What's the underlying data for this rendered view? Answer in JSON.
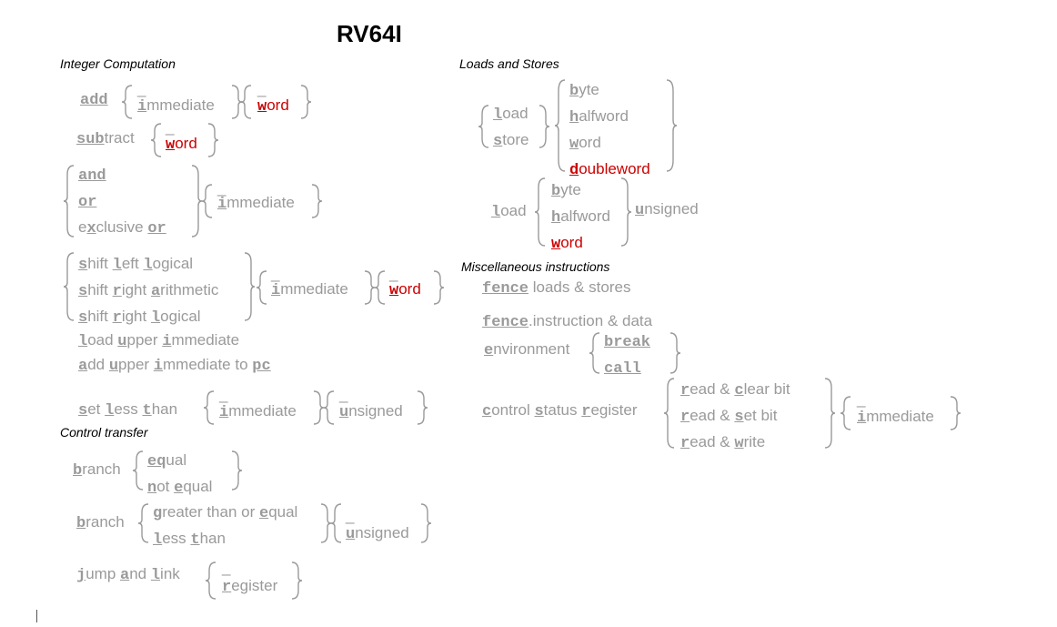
{
  "title": "RV64I",
  "sections": {
    "integer": "Integer Computation",
    "control": "Control transfer",
    "loads": "Loads and Stores",
    "misc": "Miscellaneous instructions"
  },
  "int": {
    "add": [
      "add"
    ],
    "immediate": [
      "i",
      "mmediate"
    ],
    "word": [
      "w",
      "ord"
    ],
    "sub": [
      "sub",
      "tract"
    ],
    "and": "and",
    "or": "or",
    "xor": [
      "e",
      "x",
      "clusive ",
      "or"
    ],
    "sll": [
      "s",
      "hift ",
      "l",
      "eft ",
      "l",
      "ogical"
    ],
    "sra": [
      "s",
      "hift ",
      "r",
      "ight ",
      "a",
      "rithmetic"
    ],
    "srl": [
      "s",
      "hift ",
      "r",
      "ight ",
      "l",
      "ogical"
    ],
    "lui": [
      "l",
      "oad ",
      "u",
      "pper ",
      "i",
      "mmediate"
    ],
    "auipc": [
      "a",
      "dd ",
      "u",
      "pper ",
      "i",
      "mmediate to ",
      "pc"
    ],
    "slt": [
      "s",
      "et ",
      "l",
      "ess ",
      "t",
      "han"
    ],
    "unsigned": [
      "u",
      "nsigned"
    ],
    "dash": "_"
  },
  "ctl": {
    "branch": [
      "b",
      "ranch"
    ],
    "equal": [
      "eq",
      "ual"
    ],
    "not_equal": [
      "n",
      "ot ",
      "e",
      "qual"
    ],
    "ge": [
      "g",
      "reater than or ",
      "e",
      "qual"
    ],
    "lt": [
      "l",
      "ess ",
      "t",
      "han"
    ],
    "unsigned": [
      "u",
      "nsigned"
    ],
    "jal": [
      "j",
      "ump ",
      "a",
      "nd ",
      "l",
      "ink"
    ],
    "register": [
      "r",
      "egister"
    ]
  },
  "ls": {
    "load": [
      "l",
      "oad"
    ],
    "store": [
      "s",
      "tore"
    ],
    "byte": [
      "b",
      "yte"
    ],
    "halfword": [
      "h",
      "alfword"
    ],
    "word": [
      "w",
      "ord"
    ],
    "doubleword": [
      "d",
      "oubleword"
    ],
    "unsigned": [
      "u",
      "nsigned"
    ]
  },
  "misc": {
    "fence1": [
      "fence",
      " loads & stores"
    ],
    "fence2": [
      "fence",
      ".instruction & data"
    ],
    "env": [
      "e",
      "nvironment"
    ],
    "break": "break",
    "call": "call",
    "csr": [
      "c",
      "ontrol ",
      "s",
      "tatus ",
      "r",
      "egister"
    ],
    "rc": [
      "r",
      "ead & ",
      "c",
      "lear bit"
    ],
    "rs": [
      "r",
      "ead & ",
      "s",
      "et bit"
    ],
    "rw": [
      "r",
      "ead & ",
      "w",
      "rite"
    ],
    "immediate": [
      "i",
      "mmediate"
    ]
  }
}
